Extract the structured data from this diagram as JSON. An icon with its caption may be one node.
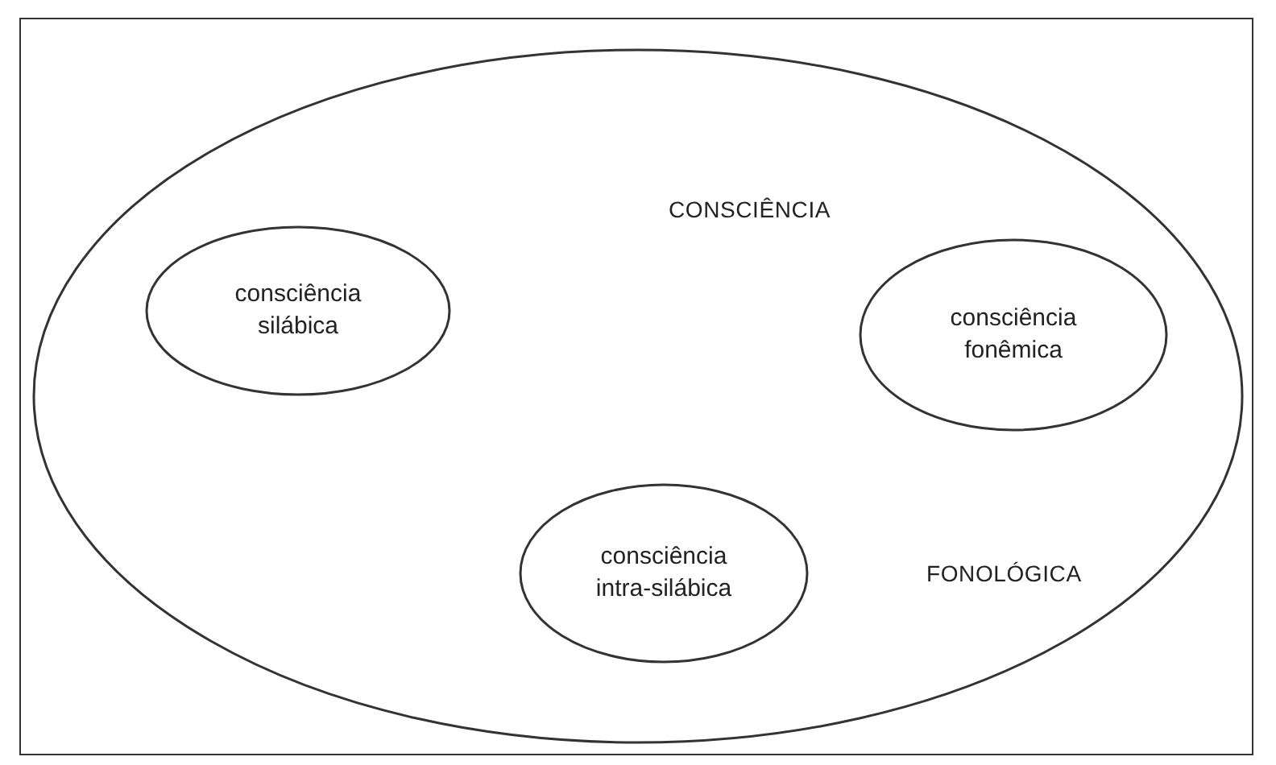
{
  "diagram": {
    "nodes": [
      {
        "text": [
          "CONSCIÊNCIA",
          "FONOLÓGICA"
        ]
      },
      {
        "text": [
          "consciência silábica"
        ],
        "in": 0
      },
      {
        "text": [
          "consciência fonêmica"
        ],
        "in": 0
      },
      {
        "text": [
          "consciência intra-silábica"
        ],
        "in": 0
      }
    ]
  }
}
